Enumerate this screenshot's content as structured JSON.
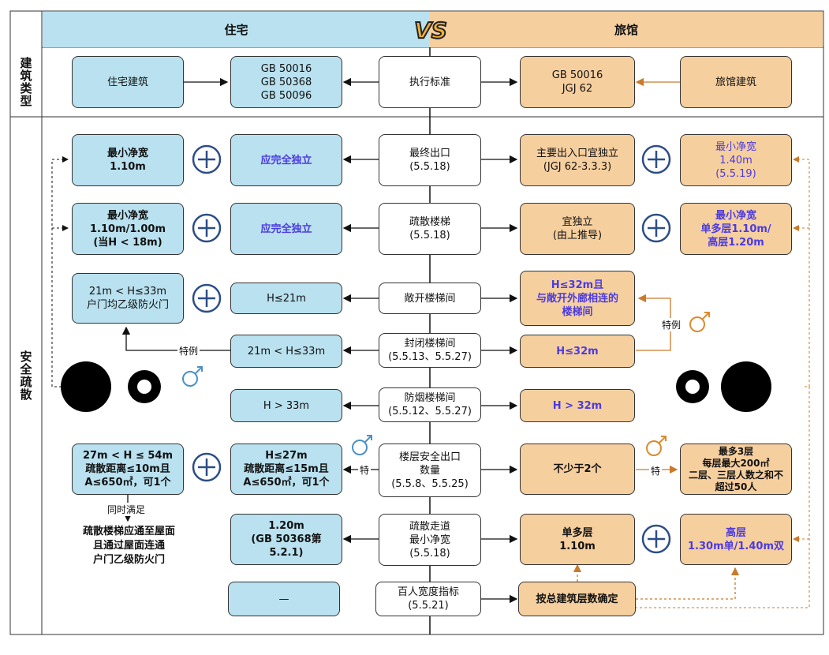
{
  "header": {
    "left": "住宅",
    "right": "旅馆",
    "vs": "VS"
  },
  "sections": {
    "building_type": "建筑类型",
    "safety": "安全疏散"
  },
  "colors": {
    "blue_fill": "#b9e1ef",
    "orange_fill": "#f6cf9f",
    "accent_text": "#4b3be0",
    "orange_line": "#c97a2a"
  },
  "rows": {
    "standard": {
      "left": "住宅建筑",
      "left_std": "GB 50016\nGB 50368\nGB 50096",
      "center": "执行标准",
      "right_std": "GB 50016\nJGJ 62",
      "right": "旅馆建筑"
    },
    "final_exit": {
      "left": "最小净宽\n1.10m",
      "left_mid": "应完全独立",
      "center": "最终出口\n(5.5.18)",
      "right_mid": "主要出入口宜独立\n(JGJ 62-3.3.3)",
      "right": "最小净宽\n1.40m\n(5.5.19)"
    },
    "stair": {
      "left": "最小净宽\n1.10m/1.00m\n(当H < 18m)",
      "left_mid": "应完全独立",
      "center": "疏散楼梯\n(5.5.18)",
      "right_mid": "宜独立\n(由上推导)",
      "right": "最小净宽\n单多层1.10m/\n高层1.20m"
    },
    "open_stair": {
      "left": "21m < H≤33m\n户门均乙级防火门",
      "left_mid": "H≤21m",
      "center": "敞开楼梯间",
      "right_mid": "H≤32m且\n与敞开外廊相连的\n楼梯间"
    },
    "closed_stair": {
      "left_mid": "21m < H≤33m",
      "center": "封闭楼梯间\n(5.5.13、5.5.27)",
      "right_mid": "H≤32m",
      "special_left": "特例",
      "special_right": "特例"
    },
    "smoke_stair": {
      "left_mid": "H > 33m",
      "center": "防烟楼梯间\n(5.5.12、5.5.27)",
      "right_mid": "H > 32m"
    },
    "exits": {
      "left": "27m < H ≤ 54m\n疏散距离≤10m且\nA≤650㎡，可1个",
      "left_mid": "H≤27m\n疏散距离≤15m且\nA≤650㎡，可1个",
      "center": "楼层安全出口\n数量\n(5.5.8、5.5.25)",
      "right_mid": "不少于2个",
      "right": "最多3层\n每层最大200㎡\n二层、三层人数之和不\n超过50人",
      "special_left": "特",
      "special_right": "特",
      "both_note": "同时满足",
      "roof": "疏散楼梯应通至屋面\n且通过屋面连通\n户门乙级防火门"
    },
    "corridor": {
      "left_mid": "1.20m\n(GB 50368第5.2.1)",
      "center": "疏散走道\n最小净宽\n(5.5.18)",
      "right_mid": "单多层\n1.10m",
      "right": "高层\n1.30m单/1.40m双"
    },
    "width_index": {
      "left_mid": "—",
      "center": "百人宽度指标\n(5.5.21)",
      "right_mid": "按总建筑层数确定"
    }
  }
}
